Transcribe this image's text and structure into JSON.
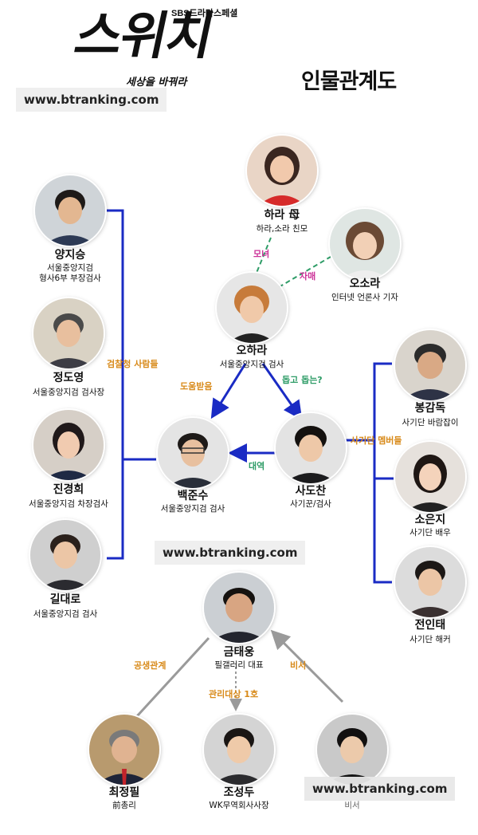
{
  "header": {
    "network": "SBS드라마스페셜",
    "show_title": "스위치",
    "slogan": "세상을 바꿔라",
    "diagram_title": "인물관계도"
  },
  "watermarks": [
    "www.btranking.com",
    "www.btranking.com",
    "www.btranking.com"
  ],
  "colors": {
    "blue": "#1a2bc4",
    "green": "#2e9c67",
    "magenta": "#cc3399",
    "orange": "#d88a1a",
    "gray": "#9a9a9a"
  },
  "characters": [
    {
      "id": "hara",
      "name": "하라 母",
      "role": "하라,소라 친모"
    },
    {
      "id": "osora",
      "name": "오소라",
      "role": "인터넷 언론사 기자"
    },
    {
      "id": "ohara",
      "name": "오하라",
      "role": "서울중앙지검 검사"
    },
    {
      "id": "yang",
      "name": "양지승",
      "role": "서울중앙지검",
      "role2": "형사6부 부장검사"
    },
    {
      "id": "jung",
      "name": "정도영",
      "role": "서울중앙지검 검사장"
    },
    {
      "id": "jin",
      "name": "진경희",
      "role": "서울중앙지검 차장검사"
    },
    {
      "id": "gil",
      "name": "길대로",
      "role": "서울중앙지검 검사"
    },
    {
      "id": "baek",
      "name": "백준수",
      "role": "서울중앙지검 검사"
    },
    {
      "id": "sa",
      "name": "사도찬",
      "role": "사기꾼/검사"
    },
    {
      "id": "bong",
      "name": "봉감독",
      "role": "사기단 바람잡이"
    },
    {
      "id": "so",
      "name": "소은지",
      "role": "사기단 배우"
    },
    {
      "id": "jeon",
      "name": "전인태",
      "role": "사기단 해커"
    },
    {
      "id": "geum",
      "name": "금태웅",
      "role": "필갤러리 대표"
    },
    {
      "id": "choi",
      "name": "최정필",
      "role": "前총리"
    },
    {
      "id": "cho",
      "name": "조성두",
      "role": "WK무역회사사장"
    },
    {
      "id": "sec",
      "name": "",
      "role": "비서"
    }
  ],
  "relations": {
    "mother": "모녀",
    "sisters": "자매",
    "help": "도움받음",
    "mutual_help": "돕고 돕는?",
    "substitute": "대역",
    "prosecutors": "검찰청 사람들",
    "con_members": "사기단 멤버들",
    "symbiosis": "공생관계",
    "managed": "관리대상 1호",
    "secretary": "비서"
  }
}
